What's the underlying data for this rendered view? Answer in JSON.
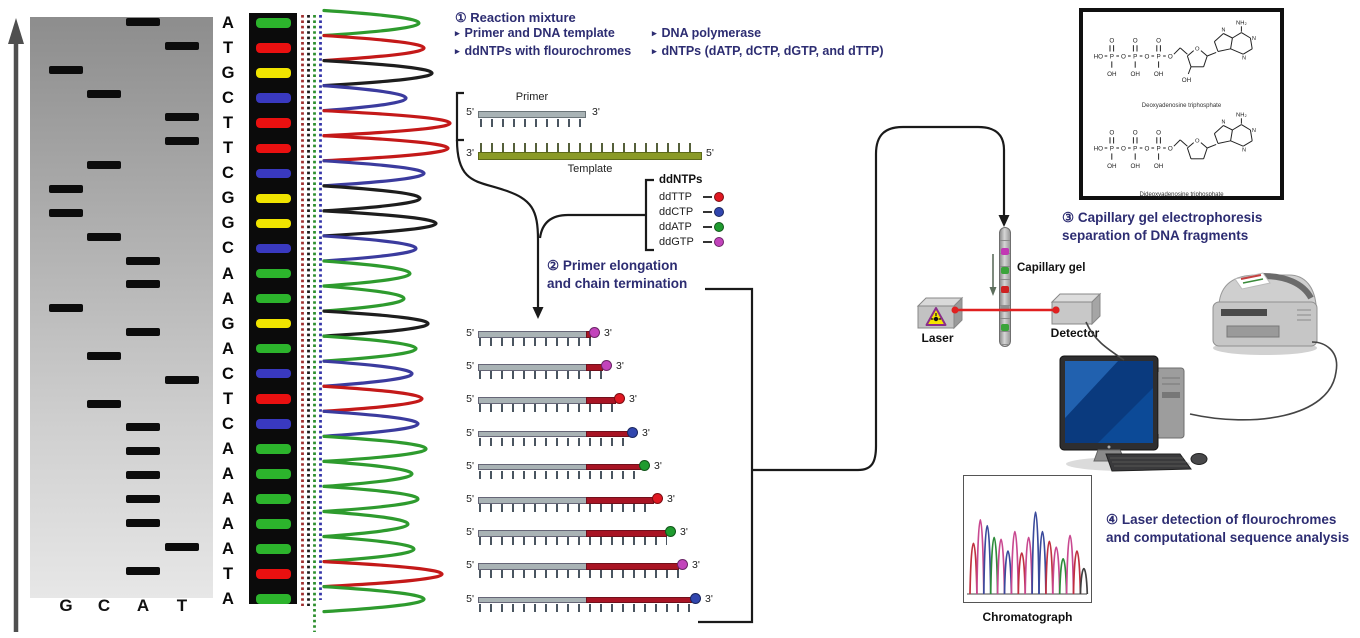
{
  "palette": {
    "navy": "#2d2d72",
    "band_colors": {
      "A": "#2cb42c",
      "T": "#ea1010",
      "G": "#f0e400",
      "C": "#3939c0"
    },
    "trace_colors": {
      "A": "#2e9b2e",
      "T": "#c41919",
      "G": "#1d1d1d",
      "C": "#3b3b9e"
    },
    "dot_column_colors": [
      "#a03030",
      "#1a1a1a",
      "#2e8f2e",
      "#3434a8"
    ],
    "strand_red": "#a81424",
    "beam_red": "#e02020"
  },
  "labels": {
    "five_prime": "5'",
    "three_prime": "3'"
  },
  "gel": {
    "lane_labels": [
      "G",
      "C",
      "A",
      "T"
    ]
  },
  "sequence": [
    "A",
    "T",
    "G",
    "C",
    "T",
    "T",
    "C",
    "G",
    "G",
    "C",
    "A",
    "A",
    "G",
    "A",
    "C",
    "T",
    "C",
    "A",
    "A",
    "A",
    "A",
    "A",
    "T",
    "A"
  ],
  "trace_peak_extents": [
    95,
    100,
    108,
    82,
    126,
    124,
    100,
    96,
    112,
    92,
    86,
    80,
    104,
    92,
    88,
    98,
    94,
    102,
    88,
    94,
    84,
    90,
    118,
    100
  ],
  "step1": {
    "title": "① Reaction mixture",
    "bullet_glyph": "▸",
    "col1": [
      "Primer and DNA template",
      "ddNTPs with flourochromes"
    ],
    "col2": [
      "DNA polymerase",
      "dNTPs (dATP, dCTP, dGTP, and dTTP)"
    ]
  },
  "primer_template": {
    "primer": "Primer",
    "template": "Template"
  },
  "ddntps": {
    "title": "ddNTPs",
    "items": [
      {
        "label": "ddTTP",
        "color": "#e01822"
      },
      {
        "label": "ddCTP",
        "color": "#3146ae"
      },
      {
        "label": "ddATP",
        "color": "#1f9b2f"
      },
      {
        "label": "ddGTP",
        "color": "#c243bb"
      }
    ]
  },
  "step2": {
    "line1": "② Primer elongation",
    "line2": "and chain termination"
  },
  "strands": [
    {
      "red_len": 5,
      "dot_color": "#c243bb"
    },
    {
      "red_len": 17,
      "dot_color": "#c243bb"
    },
    {
      "red_len": 30,
      "dot_color": "#e01822"
    },
    {
      "red_len": 43,
      "dot_color": "#3146ae"
    },
    {
      "red_len": 55,
      "dot_color": "#1f9b2f"
    },
    {
      "red_len": 68,
      "dot_color": "#e01822"
    },
    {
      "red_len": 81,
      "dot_color": "#1f9b2f"
    },
    {
      "red_len": 93,
      "dot_color": "#c243bb"
    },
    {
      "red_len": 106,
      "dot_color": "#3146ae"
    }
  ],
  "step3": {
    "line1": "③ Capillary gel electrophoresis",
    "line2": "separation of DNA fragments"
  },
  "capillary": {
    "label": "Capillary gel",
    "band_colors": [
      "#c238b4",
      "#3aa43a",
      "#cf2222",
      "#8f8f8f",
      "#3aa43a"
    ]
  },
  "laser": {
    "label": "Laser"
  },
  "detector": {
    "label": "Detector"
  },
  "chem_box": {
    "top_label": "Deoxyadenosine triphosphate",
    "bottom_label": "Dideoxyadenosine triphosphate",
    "atoms": {
      "ho": "HO",
      "p": "P",
      "o": "O",
      "oh": "OH",
      "nh2": "NH₂",
      "n": "N"
    }
  },
  "step4": {
    "line1": "④ Laser detection of flourochromes",
    "line2": "and computational sequence analysis"
  },
  "chromatograph": {
    "label": "Chromatograph",
    "peaks": [
      {
        "color": "#c03040",
        "height": 52
      },
      {
        "color": "#c84890",
        "height": 76
      },
      {
        "color": "#3a4a9c",
        "height": 70
      },
      {
        "color": "#2e8b3a",
        "height": 58
      },
      {
        "color": "#c84890",
        "height": 56
      },
      {
        "color": "#3a4a9c",
        "height": 44
      },
      {
        "color": "#c84890",
        "height": 64
      },
      {
        "color": "#c03040",
        "height": 42
      },
      {
        "color": "#c84890",
        "height": 58
      },
      {
        "color": "#3a4a9c",
        "height": 84
      },
      {
        "color": "#3a4a9c",
        "height": 64
      },
      {
        "color": "#c03040",
        "height": 54
      },
      {
        "color": "#c84890",
        "height": 48
      },
      {
        "color": "#2e8b3a",
        "height": 36
      },
      {
        "color": "#c84890",
        "height": 60
      },
      {
        "color": "#c03040",
        "height": 44
      },
      {
        "color": "#404040",
        "height": 26
      }
    ]
  }
}
